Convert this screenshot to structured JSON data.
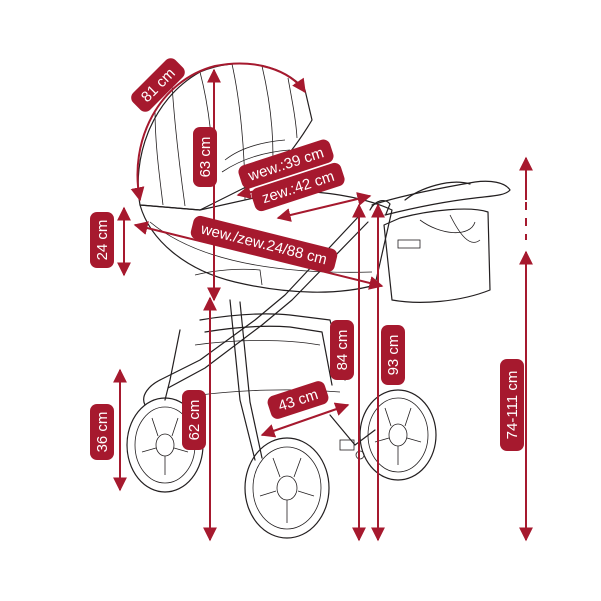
{
  "accent_color": "#a6192e",
  "line_color": "#231f20",
  "dimensions": {
    "canopy_arc": "81 cm",
    "canopy_height": "63 cm",
    "inner_width": "wew.:39 cm",
    "outer_width": "zew.:42 cm",
    "carrycot_depth": "24 cm",
    "carrycot_length": "wew./zew.24/88 cm",
    "seat_width": "43 cm",
    "handle_height_a": "84 cm",
    "handle_height_b": "93 cm",
    "frame_height": "62 cm",
    "wheel_size": "36 cm",
    "handle_range": "74-111 cm"
  }
}
